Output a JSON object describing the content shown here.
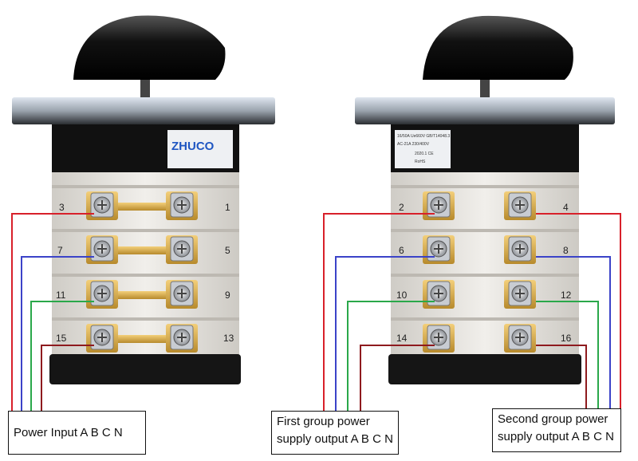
{
  "switch_left": {
    "brand": "ZHUCO",
    "terminals_left": [
      "3",
      "7",
      "11",
      "15"
    ],
    "terminals_right": [
      "1",
      "5",
      "9",
      "13"
    ]
  },
  "switch_right": {
    "spec_lines": [
      "16/50A Ue660V GB/T14048.3",
      "AC-21A 230/400V",
      "2020.1 CE",
      "RoHS"
    ],
    "terminals_left": [
      "2",
      "6",
      "10",
      "14"
    ],
    "terminals_right": [
      "4",
      "8",
      "12",
      "16"
    ]
  },
  "labels": {
    "power_input": "Power Input A B C N",
    "first_group": "First group power supply output A B C N",
    "second_group": "Second group power supply output A B C N"
  },
  "colors": {
    "phase_a": "#d8202a",
    "phase_b": "#3b43c8",
    "phase_c": "#2aa84a",
    "neutral": "#8e1a1e"
  }
}
